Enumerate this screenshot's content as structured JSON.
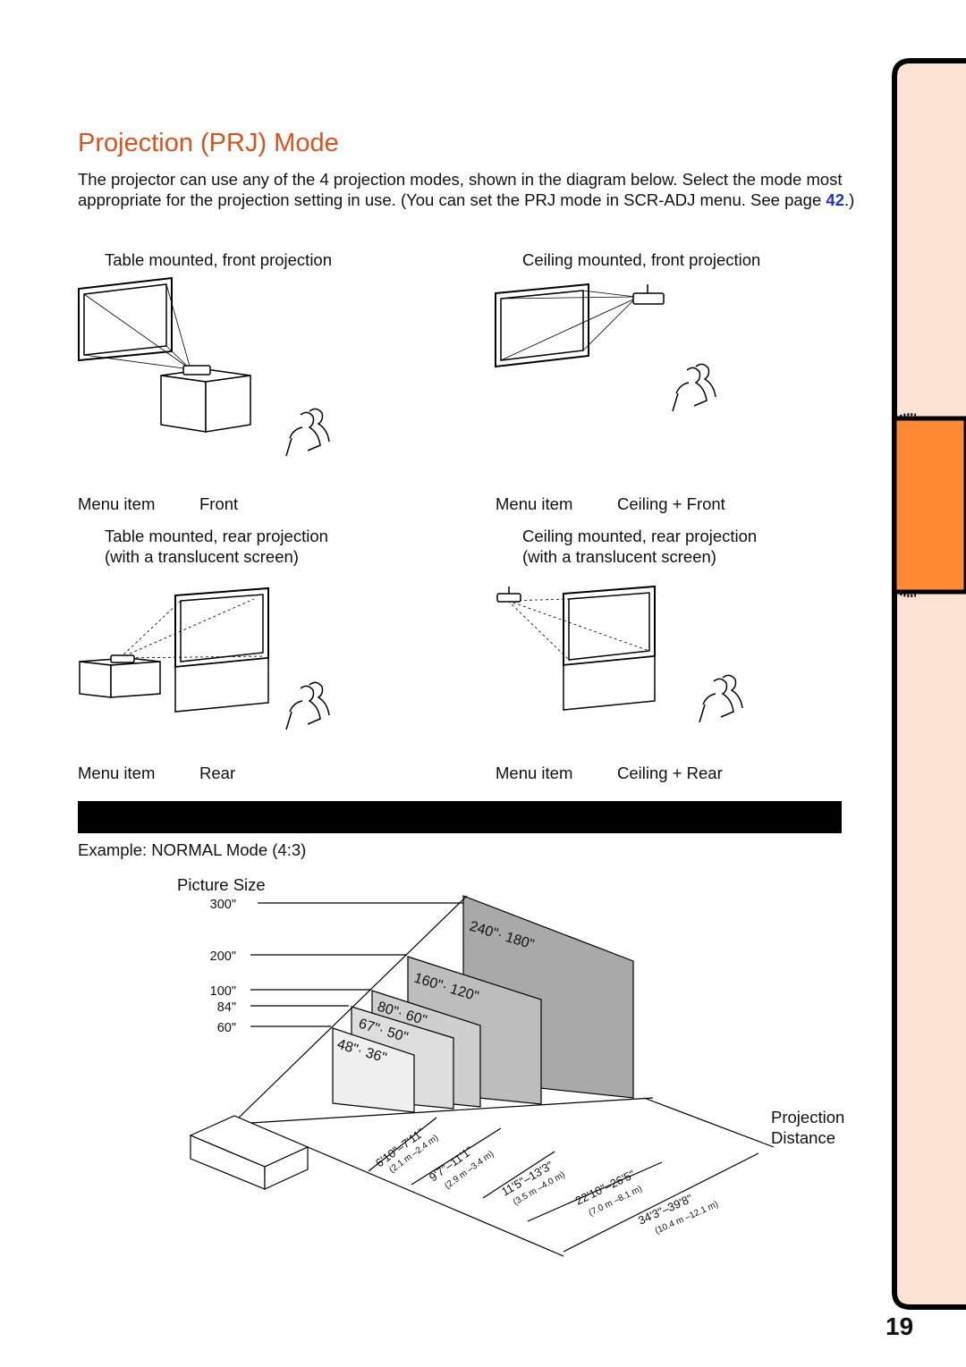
{
  "page": {
    "title": "Projection (PRJ) Mode",
    "intro": {
      "text_before": "The projector can use any of the 4 projection modes, shown in the diagram below. Select the mode most appropriate for the projection setting in use. (You can set the PRJ mode in  SCR-ADJ  menu. See page ",
      "link": "42",
      "text_after": ".)"
    },
    "page_number": "19",
    "accent_color": "#d9531e",
    "tab_colors": {
      "panel": "#fde3d4",
      "tab": "#ff8833"
    }
  },
  "modes": [
    {
      "caption": "Table mounted, front projection",
      "caption2": "",
      "menu_label": "Menu item",
      "menu_value": "Front"
    },
    {
      "caption": "Ceiling mounted, front projection",
      "caption2": "",
      "menu_label": "Menu item",
      "menu_value": "Ceiling + Front"
    },
    {
      "caption": "Table  mounted,  rear  projection",
      "caption2": "(with a translucent screen)",
      "menu_label": "Menu item",
      "menu_value": "Rear"
    },
    {
      "caption": "Ceiling  mounted,  rear  projection",
      "caption2": "(with a translucent screen)",
      "menu_label": "Menu item",
      "menu_value": "Ceiling + Rear"
    }
  ],
  "distance_diagram": {
    "example": "Example: NORMAL Mode (4:3)",
    "picture_size_label": "Picture Size",
    "picture_sizes": [
      "300\"",
      "200\"",
      "100\"",
      "84\"",
      "60\""
    ],
    "screens": [
      {
        "size": "240\"· 180\""
      },
      {
        "size": "160\"· 120\""
      },
      {
        "size": "80\"· 60\""
      },
      {
        "size": "67\"· 50\""
      },
      {
        "size": "48\"· 36\""
      }
    ],
    "distances": [
      {
        "feet": "6'10\"–7'11\"",
        "meters": "(2.1 m –2.4 m)"
      },
      {
        "feet": "9'7\"–11'1\"",
        "meters": "(2.9 m –3.4 m)"
      },
      {
        "feet": "11'5\"–13'3\"",
        "meters": "(3.5 m –4.0 m)"
      },
      {
        "feet": "22'10\"–26'5\"",
        "meters": "(7.0 m –8.1 m)"
      },
      {
        "feet": "34'3\"–39'8\"",
        "meters": "(10.4 m –12.1 m)"
      }
    ],
    "projection_distance_label": [
      "Projection",
      "Distance"
    ]
  }
}
